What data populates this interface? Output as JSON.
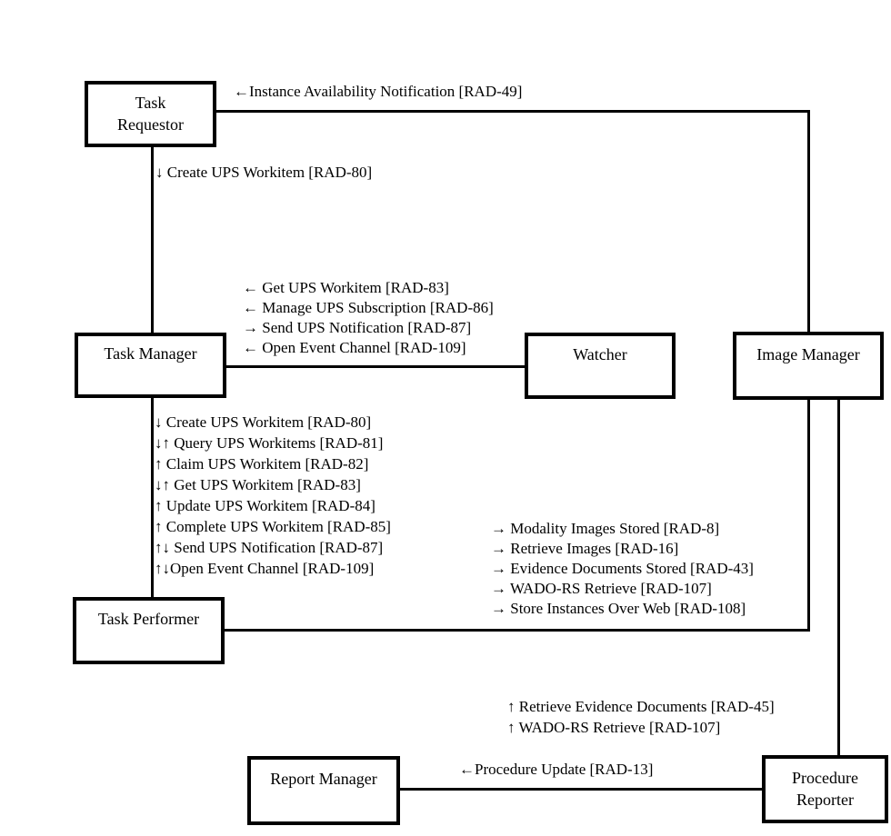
{
  "actors": {
    "task_requestor": {
      "lines": [
        "Task",
        "Requestor"
      ]
    },
    "task_manager": {
      "lines": [
        "Task Manager"
      ]
    },
    "watcher": {
      "lines": [
        "Watcher"
      ]
    },
    "image_manager": {
      "lines": [
        "Image Manager"
      ]
    },
    "task_performer": {
      "lines": [
        "Task Performer"
      ]
    },
    "report_manager": {
      "lines": [
        "Report Manager"
      ]
    },
    "procedure_reporter": {
      "lines": [
        "Procedure",
        "Reporter"
      ]
    }
  },
  "labels": {
    "instance_availability": "←Instance Availability Notification [RAD-49]",
    "create_ups_workitem": "↓ Create UPS Workitem [RAD-80]",
    "procedure_update": "←Procedure Update [RAD-13]"
  },
  "transaction_lists": {
    "task_manager_watcher": [
      "← Get UPS Workitem [RAD-83]",
      "← Manage UPS Subscription [RAD-86]",
      "→ Send UPS Notification [RAD-87]",
      "← Open Event Channel [RAD-109]"
    ],
    "task_manager_task_performer": [
      "↓ Create UPS Workitem [RAD-80]",
      "↓↑ Query UPS Workitems [RAD-81]",
      "↑ Claim UPS Workitem [RAD-82]",
      "↓↑ Get UPS Workitem [RAD-83]",
      "↑ Update UPS Workitem [RAD-84]",
      "↑ Complete UPS Workitem [RAD-85]",
      "↑↓ Send UPS Notification [RAD-87]",
      "↑↓Open Event Channel [RAD-109]"
    ],
    "task_performer_image_manager": [
      "→ Modality Images Stored [RAD-8]",
      "→ Retrieve Images [RAD-16]",
      "→ Evidence Documents Stored [RAD-43]",
      "→ WADO-RS Retrieve [RAD-107]",
      "→ Store Instances Over Web [RAD-108]"
    ],
    "image_manager_procedure_reporter": [
      "↑ Retrieve Evidence Documents [RAD-45]",
      "↑ WADO-RS Retrieve [RAD-107]"
    ]
  },
  "colors": {
    "foreground": "#000000",
    "background": "#ffffff"
  }
}
